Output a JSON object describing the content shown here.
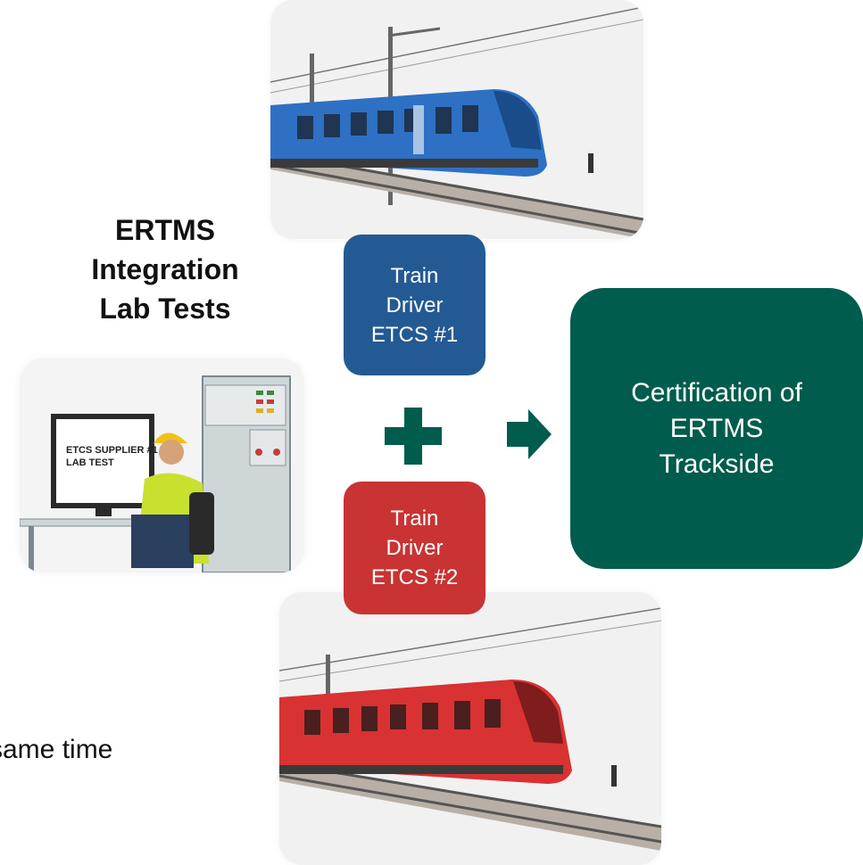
{
  "title": {
    "line1": "ERTMS",
    "line2": "Integration",
    "line3": "Lab Tests"
  },
  "lab_image": {
    "screen_line1": "ETCS SUPPLIER #1",
    "screen_line2": "LAB TEST"
  },
  "driver1": {
    "line1": "Train",
    "line2": "Driver",
    "line3": "ETCS #1",
    "color": "#235a93"
  },
  "driver2": {
    "line1": "Train",
    "line2": "Driver",
    "line3": "ETCS #2",
    "color": "#c93333"
  },
  "certification": {
    "line1": "Certification of",
    "line2": "ERTMS",
    "line3": "Trackside",
    "color": "#005c4c"
  },
  "footer_text": "same time",
  "icons": {
    "plus": "plus-icon",
    "arrow": "arrow-right-icon"
  },
  "colors": {
    "accent_green": "#005c4c",
    "train_blue": "#2e70c4",
    "train_red": "#d83232"
  }
}
